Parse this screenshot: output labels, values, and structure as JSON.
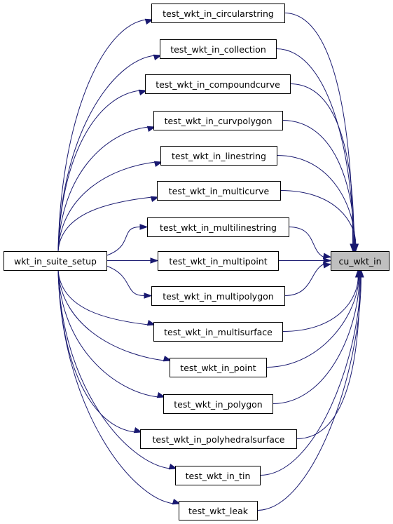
{
  "graph": {
    "caller": {
      "id": "suite",
      "label": "wkt_in_suite_setup"
    },
    "target": {
      "id": "target",
      "label": "cu_wkt_in"
    },
    "tests": [
      {
        "id": "circularstring",
        "label": "test_wkt_in_circularstring"
      },
      {
        "id": "collection",
        "label": "test_wkt_in_collection"
      },
      {
        "id": "compoundcurve",
        "label": "test_wkt_in_compoundcurve"
      },
      {
        "id": "curvpolygon",
        "label": "test_wkt_in_curvpolygon"
      },
      {
        "id": "linestring",
        "label": "test_wkt_in_linestring"
      },
      {
        "id": "multicurve",
        "label": "test_wkt_in_multicurve"
      },
      {
        "id": "multilinestring",
        "label": "test_wkt_in_multilinestring"
      },
      {
        "id": "multipoint",
        "label": "test_wkt_in_multipoint"
      },
      {
        "id": "multipolygon",
        "label": "test_wkt_in_multipolygon"
      },
      {
        "id": "multisurface",
        "label": "test_wkt_in_multisurface"
      },
      {
        "id": "point",
        "label": "test_wkt_in_point"
      },
      {
        "id": "polygon",
        "label": "test_wkt_in_polygon"
      },
      {
        "id": "polyhedralsurface",
        "label": "test_wkt_in_polyhedralsurface"
      },
      {
        "id": "tin",
        "label": "test_wkt_in_tin"
      },
      {
        "id": "leak",
        "label": "test_wkt_leak"
      }
    ],
    "edges": [
      {
        "from": "suite",
        "to": "circularstring"
      },
      {
        "from": "suite",
        "to": "collection"
      },
      {
        "from": "suite",
        "to": "compoundcurve"
      },
      {
        "from": "suite",
        "to": "curvpolygon"
      },
      {
        "from": "suite",
        "to": "linestring"
      },
      {
        "from": "suite",
        "to": "multicurve"
      },
      {
        "from": "suite",
        "to": "multilinestring"
      },
      {
        "from": "suite",
        "to": "multipoint"
      },
      {
        "from": "suite",
        "to": "multipolygon"
      },
      {
        "from": "suite",
        "to": "multisurface"
      },
      {
        "from": "suite",
        "to": "point"
      },
      {
        "from": "suite",
        "to": "polygon"
      },
      {
        "from": "suite",
        "to": "polyhedralsurface"
      },
      {
        "from": "suite",
        "to": "tin"
      },
      {
        "from": "suite",
        "to": "leak"
      },
      {
        "from": "suite",
        "to": "target"
      },
      {
        "from": "circularstring",
        "to": "target"
      },
      {
        "from": "collection",
        "to": "target"
      },
      {
        "from": "compoundcurve",
        "to": "target"
      },
      {
        "from": "curvpolygon",
        "to": "target"
      },
      {
        "from": "linestring",
        "to": "target"
      },
      {
        "from": "multicurve",
        "to": "target"
      },
      {
        "from": "multilinestring",
        "to": "target"
      },
      {
        "from": "multipoint",
        "to": "target"
      },
      {
        "from": "multipolygon",
        "to": "target"
      },
      {
        "from": "multisurface",
        "to": "target"
      },
      {
        "from": "point",
        "to": "target"
      },
      {
        "from": "polygon",
        "to": "target"
      },
      {
        "from": "polyhedralsurface",
        "to": "target"
      },
      {
        "from": "tin",
        "to": "target"
      },
      {
        "from": "leak",
        "to": "target"
      }
    ],
    "colors": {
      "edge": "#191970",
      "node_border": "#000000",
      "node_fill": "#ffffff",
      "highlight_fill": "#bfbfbf"
    }
  }
}
